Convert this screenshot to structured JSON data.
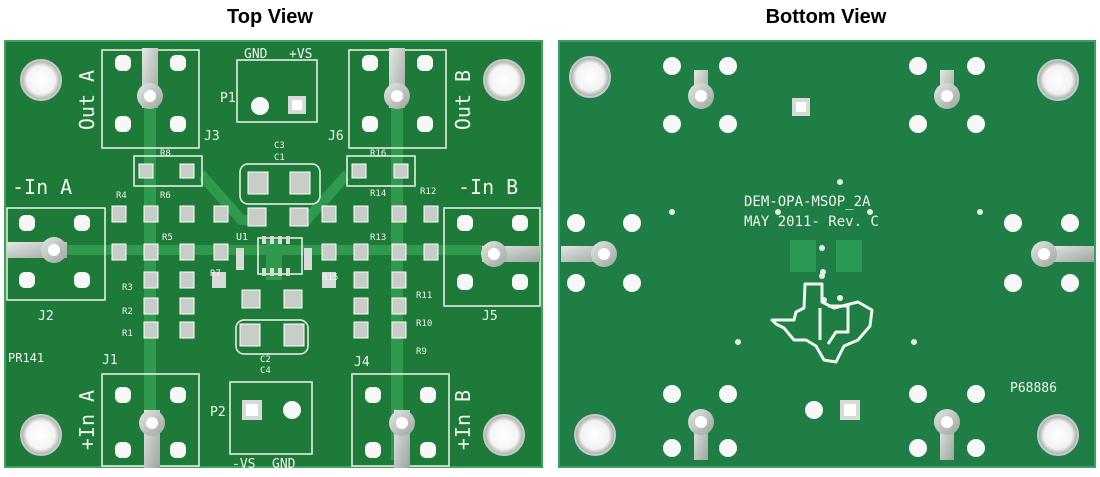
{
  "titles": {
    "top": "Top View",
    "bottom": "Bottom View"
  },
  "colors": {
    "board_top": "#1e7a38",
    "board_top_edge": "#2e9448",
    "board_bottom": "#1f7d46",
    "silkscreen": "#f2f5ef",
    "copper_pad": "#c9cdca",
    "trace": "#2f9a4e"
  },
  "top_view": {
    "labels": {
      "out_a": "Out A",
      "out_b": "Out B",
      "in_minus_a": "-In A",
      "in_minus_b": "-In B",
      "in_plus_a": "+In A",
      "in_plus_b": "+In B",
      "p1_gnd": "GND",
      "p1_vs": "+VS",
      "p1": "P1",
      "p2": "P2",
      "p2_vs": "-VS",
      "p2_gnd": "GND",
      "j1": "J1",
      "j2": "J2",
      "j3": "J3",
      "j4": "J4",
      "j5": "J5",
      "j6": "J6",
      "u1": "U1",
      "c1": "C1",
      "c2": "C2",
      "c3": "C3",
      "c4": "C4",
      "r1": "R1",
      "r2": "R2",
      "r3": "R3",
      "r4": "R4",
      "r5": "R5",
      "r6": "R6",
      "r7": "R7",
      "r8": "R8",
      "r9": "R9",
      "r10": "R10",
      "r11": "R11",
      "r12": "R12",
      "r13": "R13",
      "r14": "R14",
      "r15": "R15",
      "r16": "R16",
      "board_id": "PR141"
    }
  },
  "bottom_view": {
    "labels": {
      "part_name": "DEM-OPA-MSOP_2A",
      "date_rev": "MAY 2011- Rev. C",
      "part_number": "P68886"
    },
    "logo": "texas-instruments-logo"
  }
}
